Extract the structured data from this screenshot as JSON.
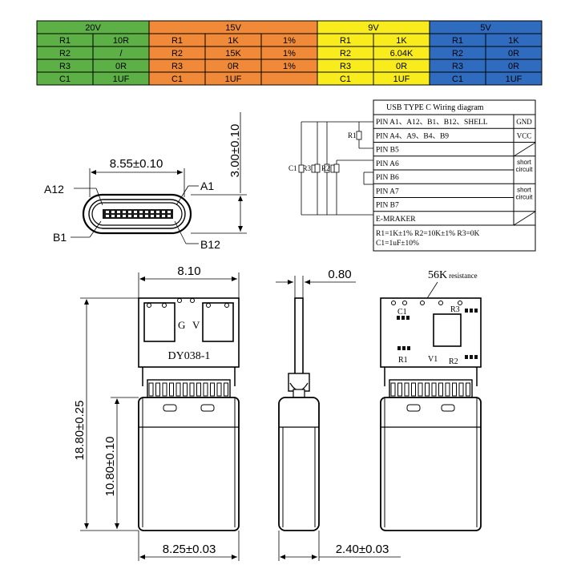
{
  "config_table": {
    "groups": [
      {
        "title": "20V",
        "color": "#5cb046",
        "rows": [
          [
            "R1",
            "10R",
            ""
          ],
          [
            "R2",
            "/",
            ""
          ],
          [
            "R3",
            "0R",
            ""
          ],
          [
            "C1",
            "1UF",
            ""
          ]
        ]
      },
      {
        "title": "15V",
        "color": "#f08a38",
        "rows": [
          [
            "R1",
            "1K",
            "1%"
          ],
          [
            "R2",
            "15K",
            "1%"
          ],
          [
            "R3",
            "0R",
            "1%"
          ],
          [
            "C1",
            "1UF",
            ""
          ]
        ]
      },
      {
        "title": "9V",
        "color": "#f8ec1c",
        "rows": [
          [
            "R1",
            "1K"
          ],
          [
            "R2",
            "6.04K"
          ],
          [
            "R3",
            "0R"
          ],
          [
            "C1",
            "1UF"
          ]
        ]
      },
      {
        "title": "5V",
        "color": "#2f6cc0",
        "rows": [
          [
            "R1",
            "1K"
          ],
          [
            "R2",
            "0R"
          ],
          [
            "R3",
            "0R"
          ],
          [
            "C1",
            "1UF"
          ]
        ]
      }
    ]
  },
  "wiring": {
    "title": "USB TYPE C  Wiring diagram",
    "rows": [
      {
        "pin": "PIN A1、A12、B1、B12、SHELL",
        "side": "GND"
      },
      {
        "pin": "PIN A4、A9、B4、B9",
        "side": "VCC"
      },
      {
        "pin": "PIN B5",
        "side": ""
      },
      {
        "pin": "PIN A6",
        "side": "short circuit"
      },
      {
        "pin": "PIN B6",
        "side": ""
      },
      {
        "pin": "PIN A7",
        "side": "short circuit"
      },
      {
        "pin": "PIN B7",
        "side": ""
      },
      {
        "pin": "E-MRAKER",
        "side": ""
      }
    ],
    "components": {
      "r1": "R1",
      "c1": "C1",
      "r3": "R3",
      "r2": "R2"
    },
    "notes": [
      "R1=1K±1% R2=10K±1% R3=0K",
      "C1=1uF±10%"
    ]
  },
  "connector_view": {
    "width_dim": "8.55±0.10",
    "height_dim": "3.00±0.10",
    "labels": {
      "a12": "A12",
      "a1": "A1",
      "b1": "B1",
      "b12": "B12"
    }
  },
  "front_view": {
    "top_dim": "8.10",
    "board_text": "DY038-1",
    "pad_labels": {
      "g": "G",
      "v": "V"
    },
    "total_height_dim": "18.80±0.25",
    "shell_height_dim": "10.80±0.10",
    "bottom_dim": "8.25±0.03"
  },
  "side_view": {
    "top_dim": "0.80",
    "bottom_dim": "2.40±0.03"
  },
  "back_view": {
    "resistance_label": "56K",
    "resistance_suffix": "resistance",
    "labels": {
      "c1": "C1",
      "r3": "R3",
      "r1": "R1",
      "v1": "V1",
      "r2": "R2"
    }
  }
}
